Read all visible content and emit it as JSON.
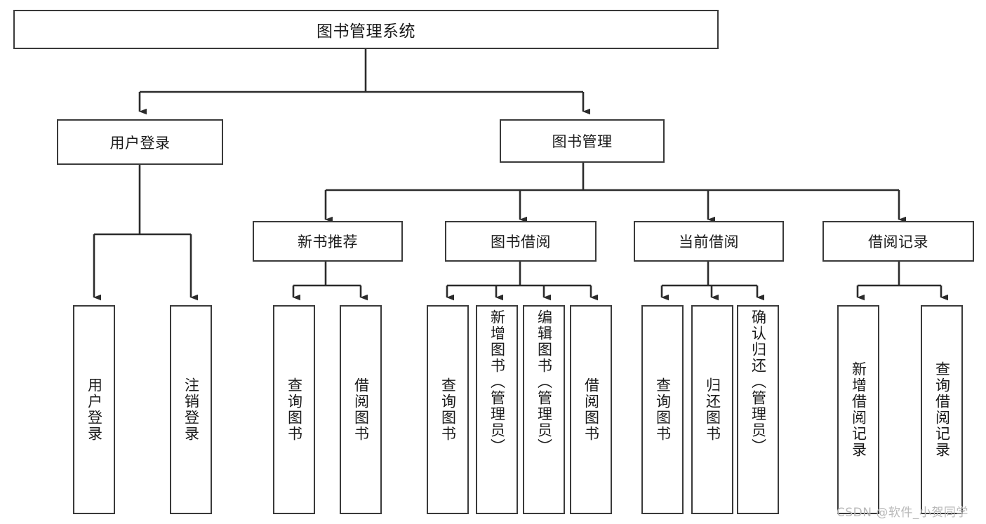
{
  "diagram": {
    "type": "tree-hierarchy",
    "title": "图书管理系统",
    "watermark": "CSDN @软件_小贺同学",
    "colors": {
      "node_border": "#3a3a3a",
      "node_fill": "#ffffff",
      "edge": "#2b2b2b",
      "text": "#1b1b1b",
      "watermark": "#b9b9b9",
      "background": "#ffffff"
    },
    "nodes": {
      "root": {
        "label": "图书管理系统"
      },
      "level2": [
        {
          "id": "user-login",
          "label": "用户登录"
        },
        {
          "id": "book-manage",
          "label": "图书管理"
        }
      ],
      "level3": [
        {
          "id": "new-book-recommend",
          "label": "新书推荐"
        },
        {
          "id": "book-borrow",
          "label": "图书借阅"
        },
        {
          "id": "current-borrow",
          "label": "当前借阅"
        },
        {
          "id": "borrow-record",
          "label": "借阅记录"
        }
      ],
      "leaves": {
        "user_login": [
          {
            "id": "leaf-user-login",
            "label": "用户登录"
          },
          {
            "id": "leaf-logout-login",
            "label": "注销登录"
          }
        ],
        "new_book_recommend": [
          {
            "id": "leaf-query-book-1",
            "label": "查询图书"
          },
          {
            "id": "leaf-borrow-book-1",
            "label": "借阅图书"
          }
        ],
        "book_borrow": [
          {
            "id": "leaf-query-book-2",
            "label": "查询图书"
          },
          {
            "id": "leaf-add-book",
            "label": "新增图书（管理员）"
          },
          {
            "id": "leaf-edit-book",
            "label": "编辑图书（管理员）"
          },
          {
            "id": "leaf-borrow-book-2",
            "label": "借阅图书"
          }
        ],
        "current_borrow": [
          {
            "id": "leaf-query-book-3",
            "label": "查询图书"
          },
          {
            "id": "leaf-return-book",
            "label": "归还图书"
          },
          {
            "id": "leaf-confirm-return",
            "label": "确认归还（管理员）"
          }
        ],
        "borrow_record": [
          {
            "id": "leaf-add-borrow-record",
            "label": "新增借阅记录"
          },
          {
            "id": "leaf-query-borrow-record",
            "label": "查询借阅记录"
          }
        ]
      }
    }
  }
}
